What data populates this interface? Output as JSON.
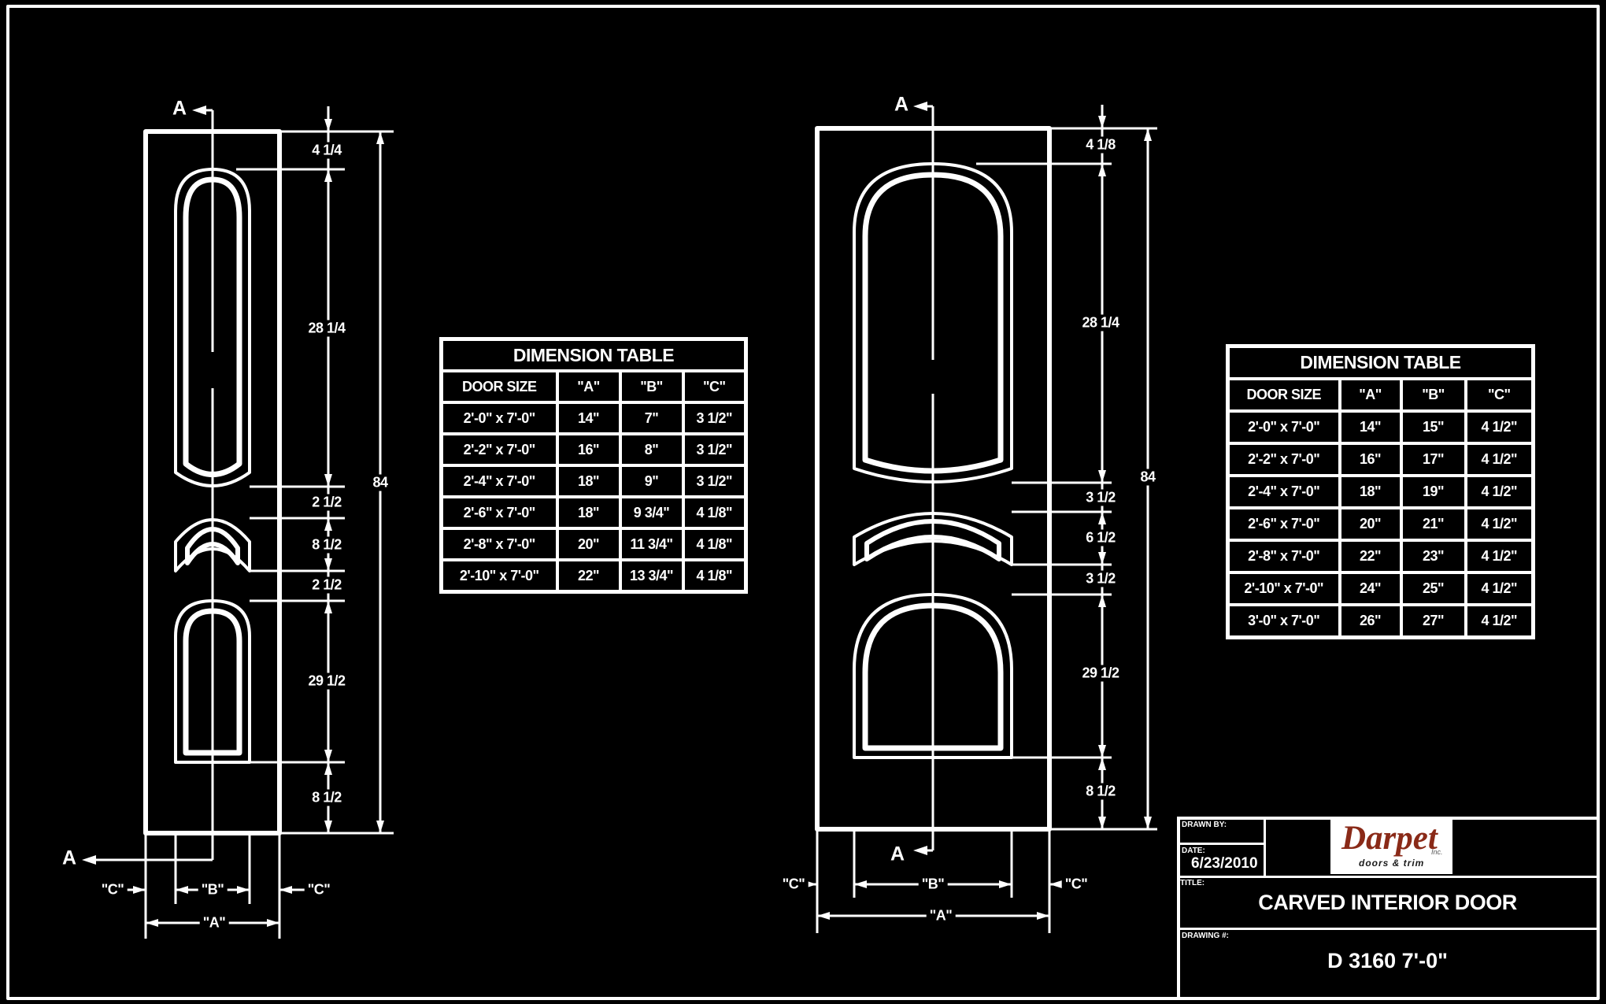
{
  "drawing": {
    "section_marker": "A",
    "doors": {
      "left": {
        "dims": {
          "top": "4 1/4",
          "panel1": "28 1/4",
          "gap1": "2 1/2",
          "panel2": "8 1/2",
          "gap2": "2 1/2",
          "panel3": "29 1/2",
          "bottom": "8 1/2",
          "total": "84"
        },
        "width_labels": {
          "c": "\"C\"",
          "b": "\"B\"",
          "a": "\"A\""
        }
      },
      "right": {
        "dims": {
          "top": "4 1/8",
          "panel1": "28 1/4",
          "gap1": "3 1/2",
          "panel2": "6 1/2",
          "gap2": "3 1/2",
          "panel3": "29 1/2",
          "bottom": "8 1/2",
          "total": "84"
        },
        "width_labels": {
          "c": "\"C\"",
          "b": "\"B\"",
          "a": "\"A\""
        }
      }
    }
  },
  "tables": {
    "left": {
      "title": "DIMENSION TABLE",
      "columns": [
        "DOOR SIZE",
        "\"A\"",
        "\"B\"",
        "\"C\""
      ],
      "rows": [
        [
          "2'-0\" x 7'-0\"",
          "14\"",
          "7\"",
          "3 1/2\""
        ],
        [
          "2'-2\" x 7'-0\"",
          "16\"",
          "8\"",
          "3 1/2\""
        ],
        [
          "2'-4\" x 7'-0\"",
          "18\"",
          "9\"",
          "3 1/2\""
        ],
        [
          "2'-6\" x 7'-0\"",
          "18\"",
          "9 3/4\"",
          "4 1/8\""
        ],
        [
          "2'-8\" x 7'-0\"",
          "20\"",
          "11 3/4\"",
          "4 1/8\""
        ],
        [
          "2'-10\" x 7'-0\"",
          "22\"",
          "13 3/4\"",
          "4 1/8\""
        ]
      ]
    },
    "right": {
      "title": "DIMENSION TABLE",
      "columns": [
        "DOOR SIZE",
        "\"A\"",
        "\"B\"",
        "\"C\""
      ],
      "rows": [
        [
          "2'-0\" x 7'-0\"",
          "14\"",
          "15\"",
          "4 1/2\""
        ],
        [
          "2'-2\" x 7'-0\"",
          "16\"",
          "17\"",
          "4 1/2\""
        ],
        [
          "2'-4\" x 7'-0\"",
          "18\"",
          "19\"",
          "4 1/2\""
        ],
        [
          "2'-6\" x 7'-0\"",
          "20\"",
          "21\"",
          "4 1/2\""
        ],
        [
          "2'-8\" x 7'-0\"",
          "22\"",
          "23\"",
          "4 1/2\""
        ],
        [
          "2'-10\" x 7'-0\"",
          "24\"",
          "25\"",
          "4 1/2\""
        ],
        [
          "3'-0\" x 7'-0\"",
          "26\"",
          "27\"",
          "4 1/2\""
        ]
      ]
    }
  },
  "title_block": {
    "drawn_by_label": "DRAWN BY:",
    "date_label": "DATE:",
    "date_value": "6/23/2010",
    "title_label": "TITLE:",
    "title_value": "CARVED INTERIOR DOOR",
    "drawing_label": "DRAWING #:",
    "drawing_value": "D 3160 7'-0\"",
    "logo": {
      "brand": "Darpet",
      "suffix": "Inc.",
      "tagline": "doors & trim",
      "brand_color": "#8a2a18"
    }
  }
}
